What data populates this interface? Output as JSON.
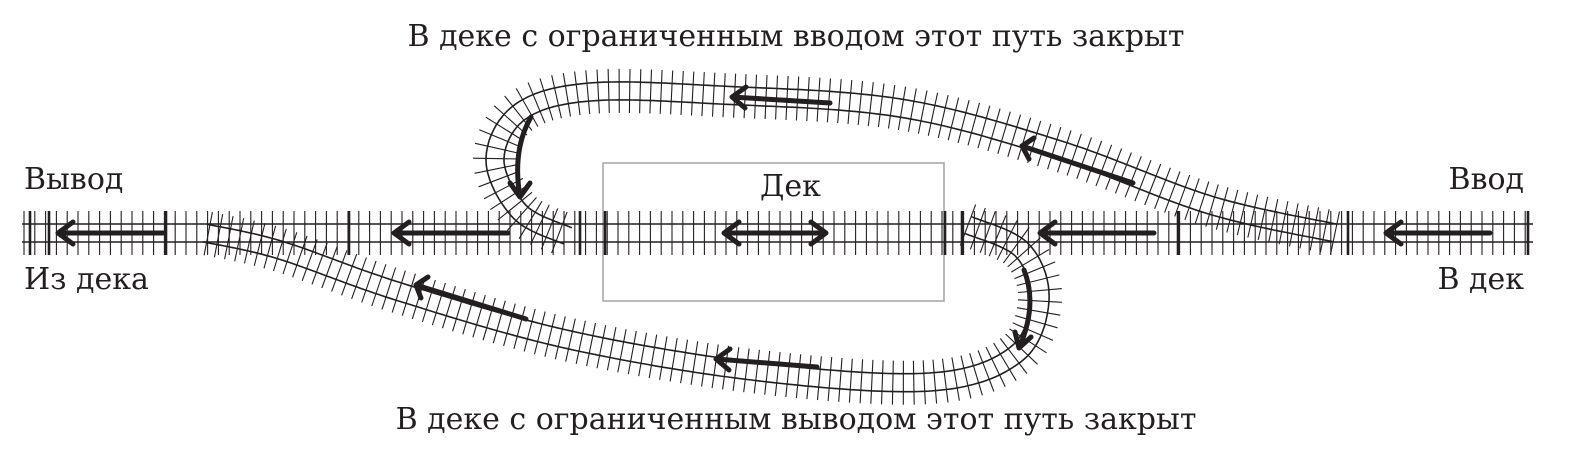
{
  "captions": {
    "top": "В деке с ограниченным вводом этот путь закрыт",
    "bottom": "В деке с ограниченным выводом этот путь закрыт"
  },
  "labels": {
    "output": "Вывод",
    "from_deque": "Из дека",
    "input": "Ввод",
    "to_deque": "В дек",
    "deque": "Дек"
  },
  "colors": {
    "ink": "#231f20",
    "box": "#a7a9ac",
    "background": "#ffffff"
  }
}
